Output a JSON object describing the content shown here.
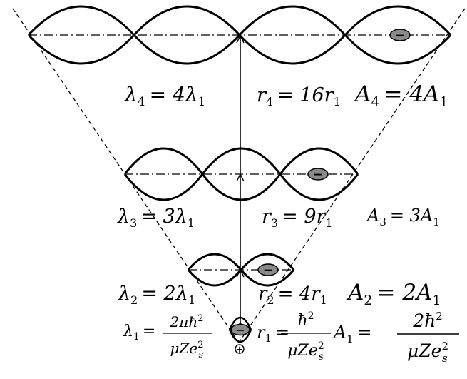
{
  "labels": {
    "n4": {
      "lambda": "λ",
      "lambda_sub": "4",
      "lambda_rel": "= 4λ",
      "lambda_rel_sub": "1",
      "r": "r",
      "r_sub": "4",
      "r_rel": "= 16r",
      "r_rel_sub": "1",
      "a": "A",
      "a_sub": "4",
      "a_rel": "= 4A",
      "a_rel_sub": "1"
    },
    "n3": {
      "lambda": "λ",
      "lambda_sub": "3",
      "lambda_rel": "= 3λ",
      "lambda_rel_sub": "1",
      "r": "r",
      "r_sub": "3",
      "r_rel": "= 9r",
      "r_rel_sub": "1",
      "a": "A",
      "a_sub": "3",
      "a_rel": "= 3A",
      "a_rel_sub": "1"
    },
    "n2": {
      "lambda": "λ",
      "lambda_sub": "2",
      "lambda_rel": "= 2λ",
      "lambda_rel_sub": "1",
      "r": "r",
      "r_sub": "2",
      "r_rel": "= 4r",
      "r_rel_sub": "1",
      "a": "A",
      "a_sub": "2",
      "a_rel": "= 2A",
      "a_rel_sub": "1"
    },
    "n1": {
      "lambda": "λ",
      "lambda_sub": "1",
      "eq": "=",
      "lambda_num": "2πħ",
      "lambda_num_sup": "2",
      "lambda_den": "μZe",
      "lambda_den_sup": "2",
      "lambda_den_sub": "s",
      "r": "r",
      "r_sub": "1",
      "r_num": "ħ",
      "r_num_sup": "2",
      "r_den": "μZe",
      "r_den_sup": "2",
      "r_den_sub": "s",
      "a": "A",
      "a_sub": "1",
      "a_num": "2ħ",
      "a_num_sup": "2",
      "a_den": "μZe",
      "a_den_sup": "2",
      "a_den_sub": "s"
    }
  },
  "electron_sign": "−",
  "nucleus_sign": "+"
}
